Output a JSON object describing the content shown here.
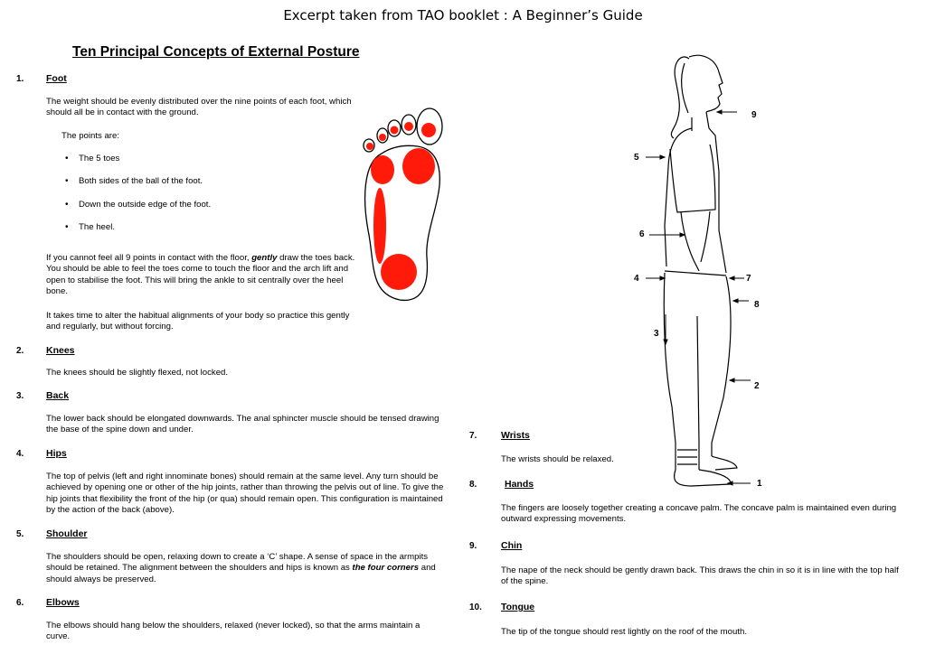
{
  "header": "Excerpt taken from TAO booklet : A Beginner’s Guide",
  "title": "Ten Principal Concepts of External Posture",
  "sections": [
    {
      "num": "1.",
      "heading": "Foot",
      "p1": "The weight should be evenly distributed over the nine points of each foot, which should all be in contact with the ground.",
      "points_intro": "The points are:",
      "points": [
        "The 5 toes",
        "Both sides of the ball of the foot.",
        "Down the outside edge of the foot.",
        "The heel."
      ],
      "p2_a": "If you cannot feel all 9 points in contact with the floor, ",
      "p2_em": "gently",
      "p2_b": " draw the toes back.  You should be able to feel the toes come to touch the floor and the arch lift and open to stabilise the foot.  This will bring the ankle to sit centrally over the heel bone.",
      "p3": "It takes time to alter the habitual alignments of your body so practice this gently and regularly, but without forcing."
    },
    {
      "num": "2.",
      "heading": "Knees",
      "text": "The knees should be slightly flexed, not locked."
    },
    {
      "num": "3.",
      "heading": "Back",
      "text": "The lower back should be elongated downwards.  The anal sphincter muscle should be tensed drawing the base of the spine down and under."
    },
    {
      "num": "4.",
      "heading": "Hips",
      "text": "The top of pelvis (left and right innominate bones) should remain at the same level.  Any turn should be achieved by opening one or other of the hip joints, rather than throwing the pelvis out of line.  To give the hip joints that flexibility the front of the hip (or qua) should remain open.  This configuration is maintained by the action of the back (above)."
    },
    {
      "num": "5.",
      "heading": "Shoulder",
      "text_a": "The shoulders should be open, relaxing down to create a ‘C’ shape. A sense of space in the armpits should be retained.  The alignment between the shoulders and hips is known as ",
      "text_em": "the four corners",
      "text_b": " and should always be preserved."
    },
    {
      "num": "6.",
      "heading": "Elbows",
      "text": "The elbows should hang below the shoulders, relaxed (never locked), so that the arms maintain a curve."
    },
    {
      "num": "7.",
      "heading": "Wrists",
      "text": "The wrists should be relaxed."
    },
    {
      "num": "8.",
      "heading": "Hands",
      "text": "The fingers are loosely together creating a concave palm.  The concave palm is maintained even during outward expressing movements."
    },
    {
      "num": "9.",
      "heading": "Chin",
      "text": "The nape of the neck should be gently drawn back.  This draws the chin in so it is in line with the top half of the spine."
    },
    {
      "num": "10.",
      "heading": "Tongue",
      "text": "The tip of the tongue should rest lightly on the roof of the mouth."
    }
  ],
  "figure_labels": [
    "1",
    "2",
    "3",
    "4",
    "5",
    "6",
    "7",
    "8",
    "9"
  ],
  "colors": {
    "foot_points": "#ff1a0a"
  }
}
